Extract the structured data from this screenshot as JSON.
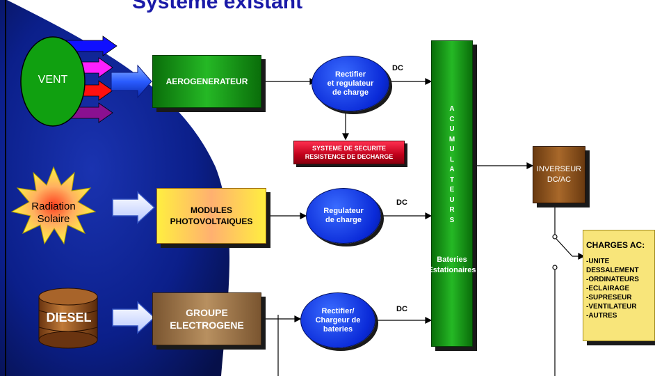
{
  "title": "Systeme existant",
  "sources": {
    "wind": "VENT",
    "solar": "Radiation\nSolaire",
    "diesel": "DIESEL"
  },
  "generators": {
    "aero": "AEROGENERATEUR",
    "pv": "MODULES\nPHOTOVOLTAIQUES",
    "genset": "GROUPE\nELECTROGENE"
  },
  "controllers": {
    "rectifier_regulator": "Rectifier\net regulateur\nde charge",
    "regulator": "Regulateur\nde charge",
    "rectifier_charger": "Rectifier/\nChargeur de\nbateries"
  },
  "dc_labels": [
    "DC",
    "DC",
    "DC"
  ],
  "safety": "SYSTEME DE SECURITE\nRESISTENCE DE DECHARGE",
  "battery": {
    "vertical": "ACUMULATEURS",
    "label": "Bateries\nEstationaires"
  },
  "inverter": "INVERSEUR\nDC/AC",
  "loads": {
    "heading": "CHARGES AC:",
    "items": [
      "-UNITE DESSALEMENT",
      "-ORDINATEURS",
      "-ECLAIRAGE",
      "-SUPRESEUR",
      "-VENTILATEUR",
      "-AUTRES"
    ]
  }
}
